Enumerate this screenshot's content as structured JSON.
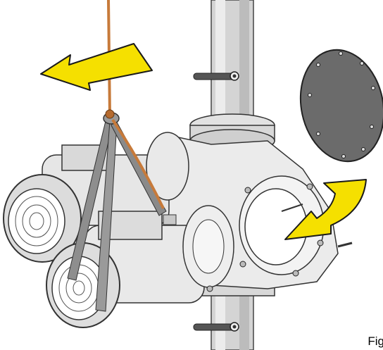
{
  "figure": {
    "label": "Fig"
  },
  "parts": {
    "pipe": "vertical-pipe",
    "cover": "blind-flange-cover",
    "pump": "twin-pump-assembly",
    "sling": "lifting-sling",
    "rope": "lifting-rope"
  },
  "icons": [
    "arrow-left-icon",
    "arrow-curved-down-icon"
  ],
  "colors": {
    "arrow_fill": "#f5e000",
    "arrow_stroke": "#1a1a1a",
    "rope": "#c77a3a",
    "sling": "#8e8e8e",
    "cover": "#6a6a6a",
    "pipe": "#d8d8d8"
  }
}
